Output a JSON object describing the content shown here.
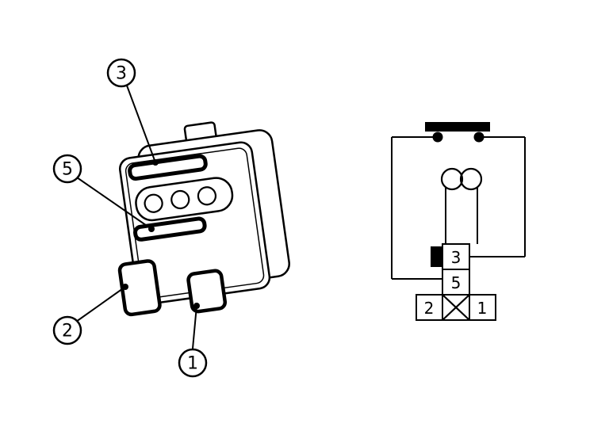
{
  "diagram": {
    "title": "relay-terminal-identification",
    "colors": {
      "ink": "#000000",
      "paper": "#ffffff"
    },
    "callouts": [
      {
        "id": "callout-3",
        "label": "3"
      },
      {
        "id": "callout-5",
        "label": "5"
      },
      {
        "id": "callout-2",
        "label": "2"
      },
      {
        "id": "callout-1",
        "label": "1"
      }
    ],
    "schematic": {
      "terminals": [
        {
          "id": "terminal-3",
          "label": "3"
        },
        {
          "id": "terminal-5",
          "label": "5"
        },
        {
          "id": "terminal-2",
          "label": "2"
        },
        {
          "id": "terminal-1",
          "label": "1"
        }
      ],
      "unused_marker": "X"
    }
  }
}
